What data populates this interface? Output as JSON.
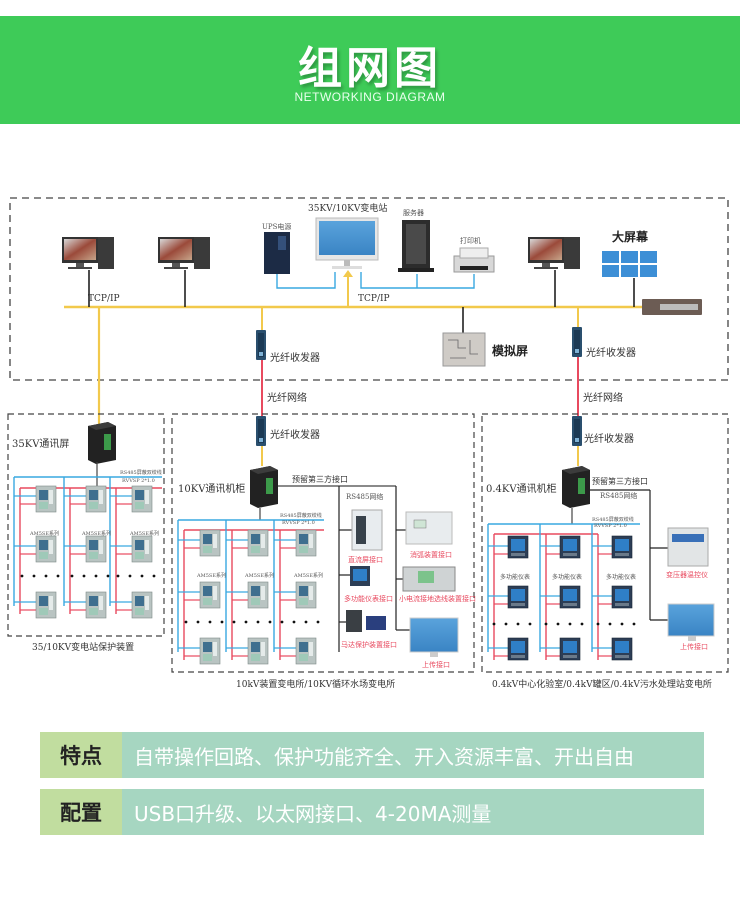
{
  "header": {
    "title": "组网图",
    "subtitle": "NETWORKING DIAGRAM"
  },
  "diagram": {
    "station": {
      "title": "35KV/10KV变电站",
      "ups_label": "UPS电源",
      "server_label": "服务器",
      "printer_label": "打印机",
      "big_screen_label": "大屏幕",
      "sim_screen_label": "模拟屏",
      "tcpip_left": "TCP/IP",
      "tcpip_right": "TCP/IP",
      "fiber_transceiver_mid": "光纤收发器",
      "fiber_transceiver_right": "光纤收发器"
    },
    "fiber_network_mid": "光纤网络",
    "fiber_network_right": "光纤网络",
    "panel_35kv": {
      "title": "35KV通讯屏",
      "bus_label_1": "RS485屏蔽双绞线",
      "bus_label_2": "RVVSP 2*1.0",
      "series_labels": [
        "AM5SE系列",
        "AM5SE系列",
        "AM5SE系列"
      ],
      "caption": "35/10KV变电站保护装置"
    },
    "panel_10kv": {
      "transceiver_label": "光纤收发器",
      "title": "10KV通讯机柜",
      "third_party_label": "预留第三方接口",
      "rs485_label": "RS485网络",
      "bus_label_1": "RS485屏蔽双绞线",
      "bus_label_2": "RVVSP 2*1.0",
      "series_labels": [
        "AM5SE系列",
        "AM5SE系列",
        "AM5SE系列"
      ],
      "interfaces": [
        "直流屏接口",
        "多功能仪表接口",
        "马达保护装置接口",
        "消弧装置接口",
        "小电流接地选线装置接口",
        "上传接口"
      ],
      "caption": "10kV装置变电所/10KV循环水场变电所"
    },
    "panel_04kv": {
      "transceiver_label": "光纤收发器",
      "title": "0.4KV通讯机柜",
      "third_party_label": "预留第三方接口",
      "rs485_label": "RS485网络",
      "bus_label_1": "RS485屏蔽双绞线",
      "bus_label_2": "RVVSP 2*1.0",
      "series_labels": [
        "多功能仪表",
        "多功能仪表",
        "多功能仪表"
      ],
      "interfaces": [
        "变压器温控仪",
        "上传接口"
      ],
      "caption": "0.4kV中心化验室/0.4kV罐区/0.4kV污水处理站变电所"
    }
  },
  "features": [
    {
      "key": "特点",
      "value": "自带操作回路、保护功能齐全、开入资源丰富、开出自由"
    },
    {
      "key": "配置",
      "value": "USB口升级、以太网接口、4-20MA测量"
    }
  ],
  "colors": {
    "banner": "#3ecb58",
    "tcpip_line": "#f2c94c",
    "fiber_line": "#e84a5f",
    "rs485_blue": "#39a9e0",
    "rs485_red": "#e84a5f",
    "feature_key_bg": "#c1dd9f",
    "feature_val_bg": "#a6d6c1"
  }
}
